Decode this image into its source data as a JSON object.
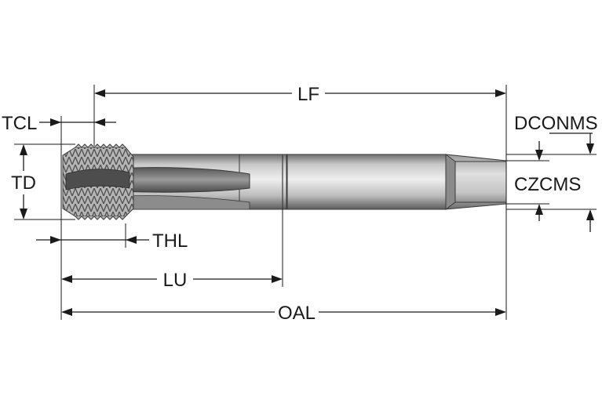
{
  "labels": {
    "lf": "LF",
    "tcl": "TCL",
    "td": "TD",
    "thl": "THL",
    "lu": "LU",
    "oal": "OAL",
    "dconms": "DCONMS",
    "czcms": "CZCMS"
  },
  "tool_icon": "tap-drawing"
}
